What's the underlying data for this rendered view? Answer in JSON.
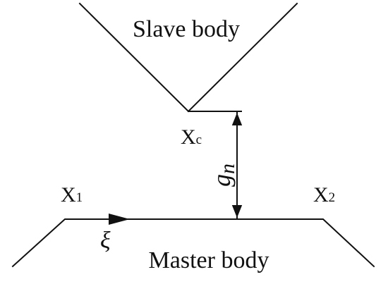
{
  "diagram": {
    "slave_label": "Slave body",
    "master_label": "Master body",
    "xc": {
      "main": "X",
      "sub": "c"
    },
    "x1": {
      "main": "X",
      "sub": "1"
    },
    "x2": {
      "main": "X",
      "sub": "2"
    },
    "gap": {
      "main": "g",
      "sub": "n"
    },
    "xi": "ξ"
  }
}
